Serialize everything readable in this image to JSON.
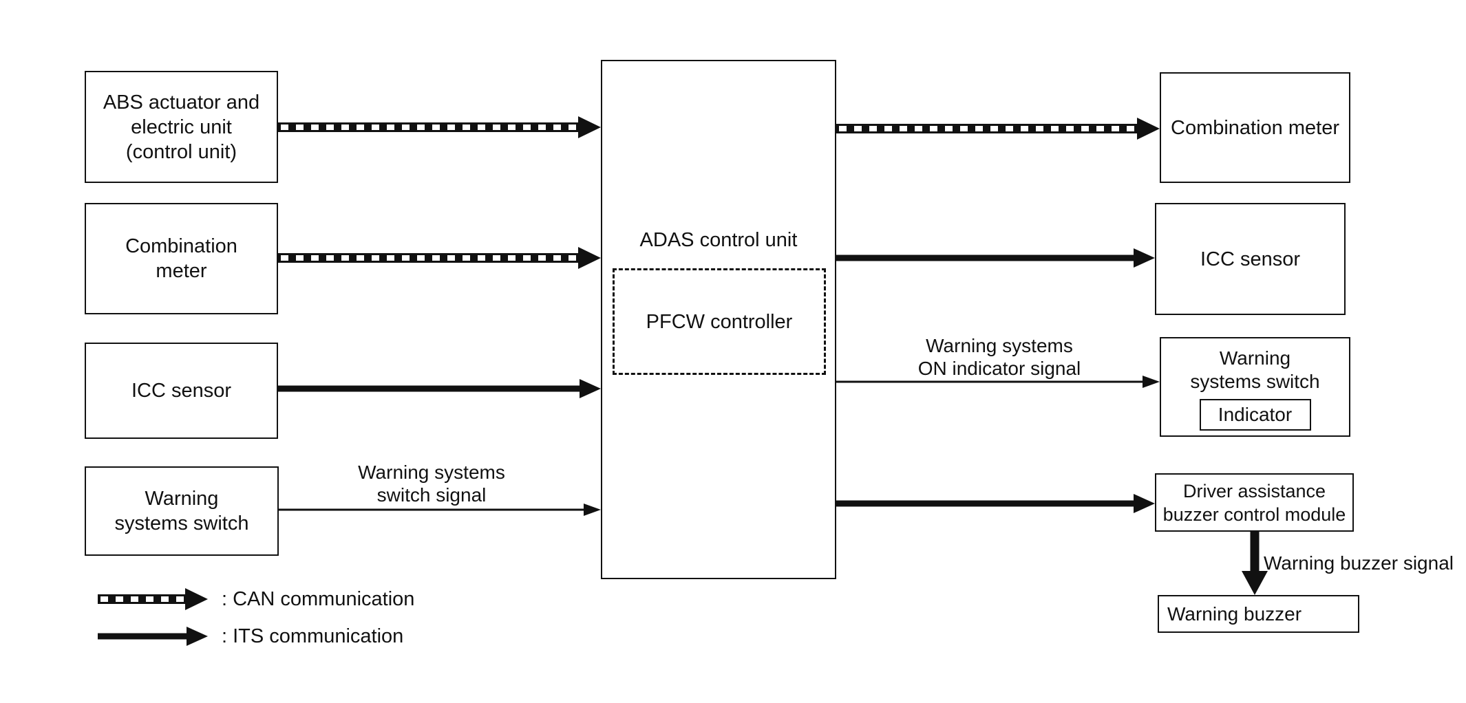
{
  "nodes": {
    "abs_unit": {
      "label": "ABS actuator and\nelectric unit\n(control unit)"
    },
    "combination_meter_left": {
      "label": "Combination\nmeter"
    },
    "icc_sensor_left": {
      "label": "ICC sensor"
    },
    "warning_systems_switch_left": {
      "label": "Warning\nsystems switch"
    },
    "adas_control_unit": {
      "label": "ADAS control unit"
    },
    "pfcw_controller": {
      "label": "PFCW controller"
    },
    "combination_meter_right": {
      "label": "Combination meter"
    },
    "icc_sensor_right": {
      "label": "ICC sensor"
    },
    "warning_systems_switch_right": {
      "label": "Warning\nsystems switch",
      "indicator": "Indicator"
    },
    "driver_assistance_buzzer_module": {
      "label": "Driver assistance\nbuzzer control module"
    },
    "warning_buzzer": {
      "label": "Warning buzzer"
    }
  },
  "signal_labels": {
    "warning_systems_switch_signal": "Warning systems\nswitch signal",
    "warning_systems_on_indicator_signal": "Warning systems\nON indicator signal",
    "warning_buzzer_signal": "Warning buzzer signal"
  },
  "legend": {
    "can": ": CAN communication",
    "its": ": ITS communication"
  },
  "connections": [
    {
      "from": "ABS actuator and electric unit (control unit)",
      "to": "ADAS control unit",
      "type": "CAN communication"
    },
    {
      "from": "Combination meter (left)",
      "to": "ADAS control unit",
      "type": "CAN communication"
    },
    {
      "from": "ICC sensor (left)",
      "to": "ADAS control unit",
      "type": "ITS communication"
    },
    {
      "from": "Warning systems switch",
      "to": "ADAS control unit",
      "type": "signal",
      "label": "Warning systems switch signal"
    },
    {
      "from": "ADAS control unit",
      "to": "Combination meter (right)",
      "type": "CAN communication"
    },
    {
      "from": "ADAS control unit",
      "to": "ICC sensor (right)",
      "type": "ITS communication"
    },
    {
      "from": "ADAS control unit",
      "to": "Warning systems switch (indicator)",
      "type": "signal",
      "label": "Warning systems ON indicator signal"
    },
    {
      "from": "ADAS control unit",
      "to": "Driver assistance buzzer control module",
      "type": "ITS communication"
    },
    {
      "from": "Driver assistance buzzer control module",
      "to": "Warning buzzer",
      "type": "signal",
      "label": "Warning buzzer signal"
    }
  ],
  "colors": {
    "ink": "#111111",
    "background": "#ffffff"
  }
}
